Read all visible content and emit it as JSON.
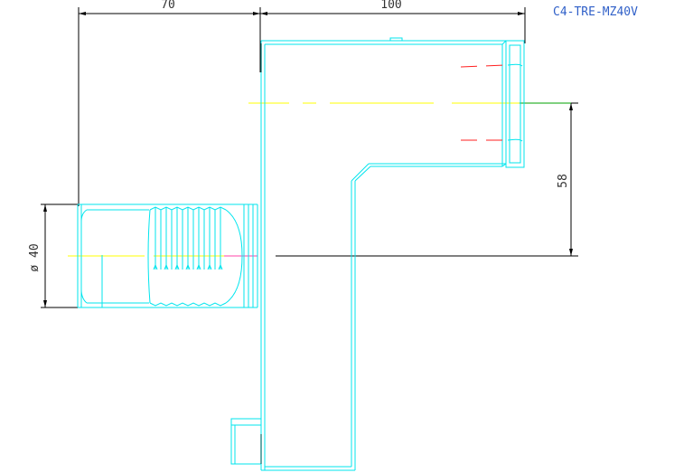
{
  "drawing": {
    "part_code": "C4-TRE-MZ40V",
    "dimensions": {
      "left_width": "70",
      "right_width": "100",
      "vertical_offset": "58",
      "shank_diameter": "ø 40"
    }
  },
  "colors": {
    "outline": "#00e5ee",
    "centerline": "#ffff00",
    "dimension": "#000000",
    "hidden_line": "#ff0000",
    "code_text": "#3060c8",
    "tool_edge": "#00a000"
  }
}
